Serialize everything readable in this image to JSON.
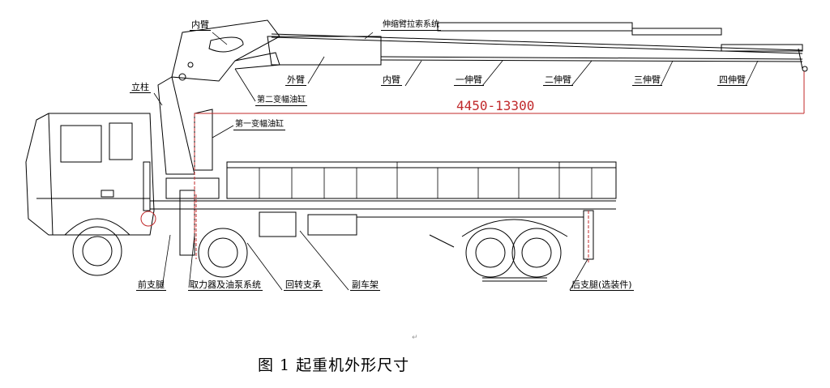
{
  "dimension": "4450-13300",
  "labels": {
    "inner_arm_top": "内臂",
    "column": "立柱",
    "telescopic_cable": "伸缩臂拉索系统",
    "outer_boom": "外臂",
    "inner_boom": "内臂",
    "boom_1": "一伸臂",
    "boom_2": "二伸臂",
    "boom_3": "三伸臂",
    "boom_4": "四伸臂",
    "luffing_cyl_2": "第二变幅油缸",
    "luffing_cyl_1": "第一变幅油缸",
    "front_outrigger": "前支腿",
    "pto_pump": "取力器及油泵系统",
    "slewing_bearing": "回转支承",
    "subframe": "副车架",
    "rear_outrigger": "后支腿(选装件)"
  },
  "caption": "图 1   起重机外形尺寸",
  "paragraph_mark": "↵",
  "colors": {
    "dimension": "#c0282a",
    "line": "#000000"
  }
}
